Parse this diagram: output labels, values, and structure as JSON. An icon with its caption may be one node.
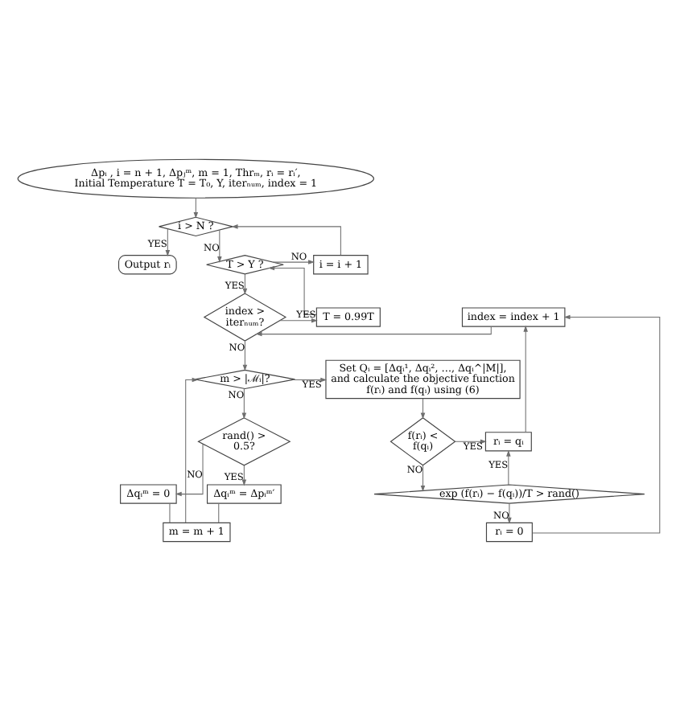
{
  "diagram": {
    "nodes": [
      {
        "text": [
          "Δpᵢ , i = n + 1, Δpⱼᵐ, m = 1, Thrₘ, rᵢ = rᵢ′, Initial Temperature T = T₀, Y, iterₙᵤₘ, index = 1"
        ]
      },
      {
        "text": [
          "i > N ?"
        ]
      },
      {
        "text": [
          "i = i + 1"
        ]
      },
      {
        "text": [
          "Output rᵢ"
        ]
      },
      {
        "text": [
          "T > Y ?"
        ]
      },
      {
        "text": [
          "T = 0.99T"
        ]
      },
      {
        "text": [
          "index > iterₙᵤₘ?"
        ]
      },
      {
        "text": [
          "index = index + 1"
        ]
      },
      {
        "text": [
          "m > |ℳᵢ|?"
        ]
      },
      {
        "text": [
          "Set Qᵢ = [Δqᵢ¹, Δqᵢ², …, Δqᵢ^|M|], and calculate the objective function f(rᵢ) and f(qᵢ) using (6)"
        ]
      },
      {
        "text": [
          "rand() > 0.5?"
        ]
      },
      {
        "text": [
          "m = m + 1"
        ]
      },
      {
        "text": [
          "Δqᵢᵐ = 0"
        ]
      },
      {
        "text": [
          "Δqᵢᵐ = Δpᵢᵐ′"
        ]
      },
      {
        "text": [
          "f(rᵢ) < f(qᵢ)"
        ]
      },
      {
        "text": [
          "rᵢ = qᵢ"
        ]
      },
      {
        "text": [
          "exp (f(rᵢ) − f(qᵢ))/T > rand()"
        ]
      },
      {
        "text": [
          "rᵢ = 0"
        ]
      }
    ],
    "edges": [
      {
        "from": 0,
        "to": 1,
        "arrow": "to"
      },
      {
        "from": 1,
        "to": 3,
        "arrow": "to",
        "label": "YES"
      },
      {
        "from": 1,
        "to": 4,
        "arrow": "to",
        "label": "NO"
      },
      {
        "from": 2,
        "to": 1,
        "arrow": "to"
      },
      {
        "from": 4,
        "to": 2,
        "arrow": "to",
        "label": "NO"
      },
      {
        "from": 4,
        "to": 6,
        "arrow": "to",
        "label": "YES"
      },
      {
        "from": 6,
        "to": 5,
        "arrow": "to",
        "label": "YES"
      },
      {
        "from": 5,
        "to": 4,
        "arrow": "to"
      },
      {
        "from": 7,
        "to": 6,
        "arrow": "to"
      },
      {
        "from": 6,
        "to": 8,
        "arrow": "to",
        "label": "NO"
      },
      {
        "from": 8,
        "to": 9,
        "arrow": "to",
        "label": "YES"
      },
      {
        "from": 8,
        "to": 10,
        "arrow": "to",
        "label": "NO"
      },
      {
        "from": 10,
        "to": 12,
        "arrow": "to",
        "label": "NO"
      },
      {
        "from": 10,
        "to": 13,
        "arrow": "to",
        "label": "YES"
      },
      {
        "from": 12,
        "to": 11,
        "arrow": "none"
      },
      {
        "from": 13,
        "to": 11,
        "arrow": "none"
      },
      {
        "from": 11,
        "to": 8,
        "arrow": "to"
      },
      {
        "from": 9,
        "to": 14,
        "arrow": "to"
      },
      {
        "from": 14,
        "to": 15,
        "arrow": "to",
        "label": "YES"
      },
      {
        "from": 14,
        "to": 16,
        "arrow": "to",
        "label": "NO"
      },
      {
        "from": 16,
        "to": 15,
        "arrow": "to",
        "label": "YES"
      },
      {
        "from": 16,
        "to": 17,
        "arrow": "to",
        "label": "NO"
      },
      {
        "from": 15,
        "to": 7,
        "arrow": "to"
      },
      {
        "from": 17,
        "to": 7,
        "arrow": "to"
      }
    ]
  }
}
